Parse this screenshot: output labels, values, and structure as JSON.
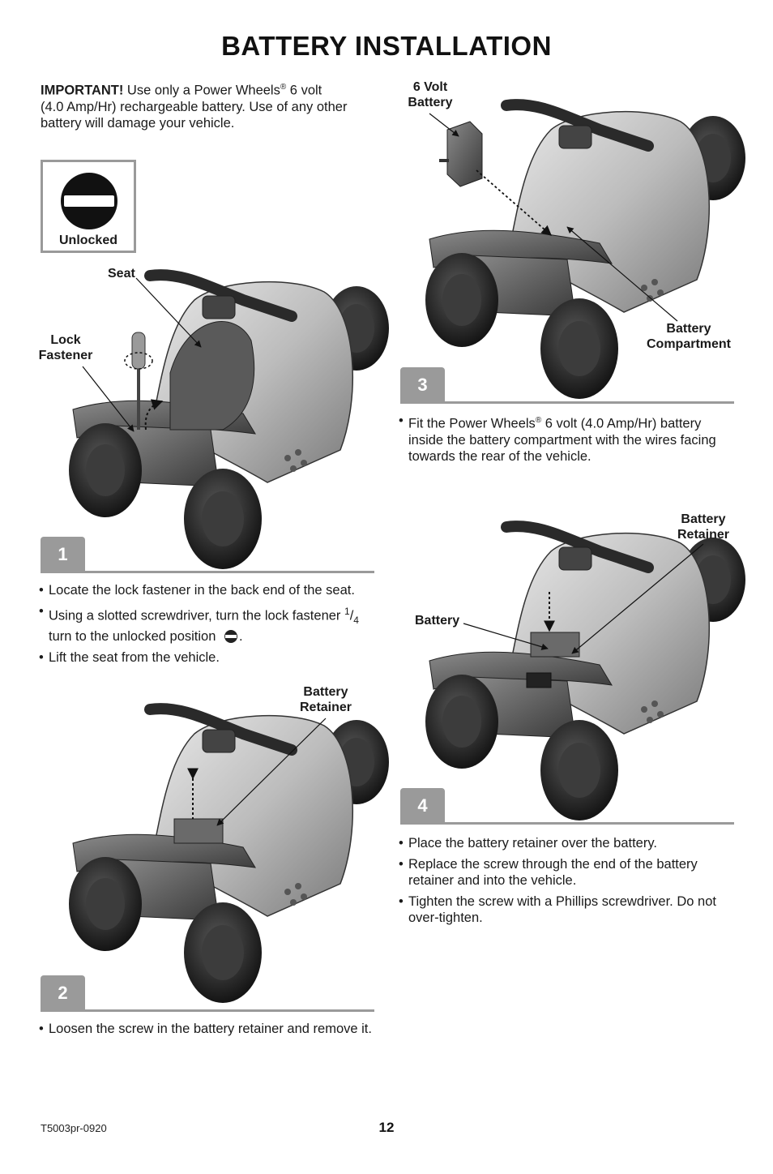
{
  "title": "BATTERY INSTALLATION",
  "intro": {
    "lead": "IMPORTANT!",
    "text_1": " Use only a Power Wheels",
    "reg": "®",
    "text_2": " 6 volt",
    "line_2": "(4.0 Amp/Hr) rechargeable battery. Use of any other",
    "line_3": "battery will damage your vehicle."
  },
  "unlock_icon": {
    "label": "Unlocked",
    "icon": "unlocked-slot-icon"
  },
  "step1": {
    "number": "1",
    "labels": {
      "seat": "Seat",
      "lock_fastener_1": "Lock",
      "lock_fastener_2": "Fastener"
    },
    "bullets": [
      "Locate the lock fastener in the back end of the seat.",
      "Using a slotted screwdriver, turn the lock fastener",
      "turn to the unlocked position",
      "Lift the seat from the vehicle."
    ],
    "fraction_num": "1",
    "fraction_den": "4",
    "period": "."
  },
  "step2": {
    "number": "2",
    "labels": {
      "battery_retainer_1": "Battery",
      "battery_retainer_2": "Retainer"
    },
    "bullets": [
      "Loosen the screw in the battery retainer and remove it."
    ]
  },
  "step3": {
    "number": "3",
    "labels": {
      "volt_1": "6 Volt",
      "volt_2": "Battery",
      "compartment_1": "Battery",
      "compartment_2": "Compartment"
    },
    "bullet_1": "Fit the Power Wheels",
    "bullet_reg": "®",
    "bullet_2": " 6 volt (4.0 Amp/Hr) battery",
    "bullet_line_2": "inside the battery compartment with the wires facing",
    "bullet_line_3": "towards the rear of the vehicle."
  },
  "step4": {
    "number": "4",
    "labels": {
      "battery": "Battery",
      "battery_retainer_1": "Battery",
      "battery_retainer_2": "Retainer"
    },
    "bullets": [
      "Place the battery retainer over the battery.",
      "Replace the screw through the end of the battery retainer and into the vehicle.",
      "Tighten the screw with a Phillips screwdriver. Do not over-tighten."
    ]
  },
  "footer": {
    "code": "T5003pr-0920",
    "page": "12"
  }
}
